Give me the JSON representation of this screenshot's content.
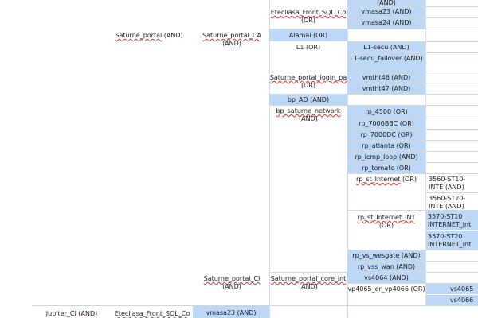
{
  "nodes": {
    "etecsa_front_sql_1": {
      "name": "Etecliasa_Front_SQL_Co",
      "op": "(OR)"
    },
    "saturne_portal": {
      "name": "Saturne_portal",
      "op": "(AND)"
    },
    "saturne_portal_ca": {
      "name": "Saturne_portal_CA",
      "op": "(AND)"
    },
    "portal_login": {
      "name": "Saturne_portal_login_pa",
      "op": "(OR)"
    },
    "bp_saturne_network": {
      "name": "bp_saturne_network",
      "op": "(AND)"
    },
    "rp_st_internet": {
      "name": "rp_st_Internet",
      "op": "(OR)"
    },
    "rp_st_internet_int": {
      "name": "rp_st_Internet_INT",
      "op": "(OR)"
    },
    "saturne_portal_ci": {
      "name": "Saturne_portal_CI",
      "op": "(AND)"
    },
    "portal_core_int": {
      "name": "Saturne_portal_core_int",
      "op": "(AND)"
    },
    "jupiter_ci": {
      "name": "Jupiter_CI",
      "op": "(AND)"
    },
    "etecsa_front_sql_2": {
      "name": "Etecliasa_Front_SQL_Co",
      "op": ""
    }
  },
  "leaves": {
    "top": "(AND)",
    "vmasa23": "vmasa23 (AND)",
    "vmasa24": "vmasa24 (AND)",
    "alamai": "Alamai (OR)",
    "l1": "L1 (OR)",
    "l1_secu": "L1-secu (AND)",
    "l1_secu_failover": "L1-secu_failover (AND)",
    "vmtht46": "vmtht46 (AND)",
    "vmtht47": "vmtht47 (AND)",
    "bp_ad": "bp_AD (AND)",
    "rp_4500": "rp_4500 (OR)",
    "rp_7000bbc": "rp_7000BBC (OR)",
    "rp_7000dc": "rp_7000DC (OR)",
    "rp_atlanta": "rp_atlanta (OR)",
    "rp_icmp_loop": "rp_icmp_loop (AND)",
    "rp_tomato": "rp_tomato (OR)",
    "st10_inte": "3560-ST10-INTE (AND)",
    "st20_inte": "3560-ST20-INTE (AND)",
    "st10_int": "3570-ST10 INTERNET_int",
    "st20_int": "3570-ST20 INTERNET_int",
    "rp_vs_wesgate": "rp_vs_wesgate (AND)",
    "rp_vss_wan": "rp_vss_wan (AND)",
    "vs4064": "vs4064 (AND)",
    "vp4065_or_vp4066": "vp4065_or_vp4066 (OR)",
    "vs4065": "vs4065 (AND)",
    "vs4066": "vs4066 (AND)",
    "vmasa23_b": "vmasa23 (AND)"
  },
  "colors": {
    "leaf_bg": "#bcd8f6",
    "grid": "#d0d6de",
    "underline": "#d23a3a"
  }
}
